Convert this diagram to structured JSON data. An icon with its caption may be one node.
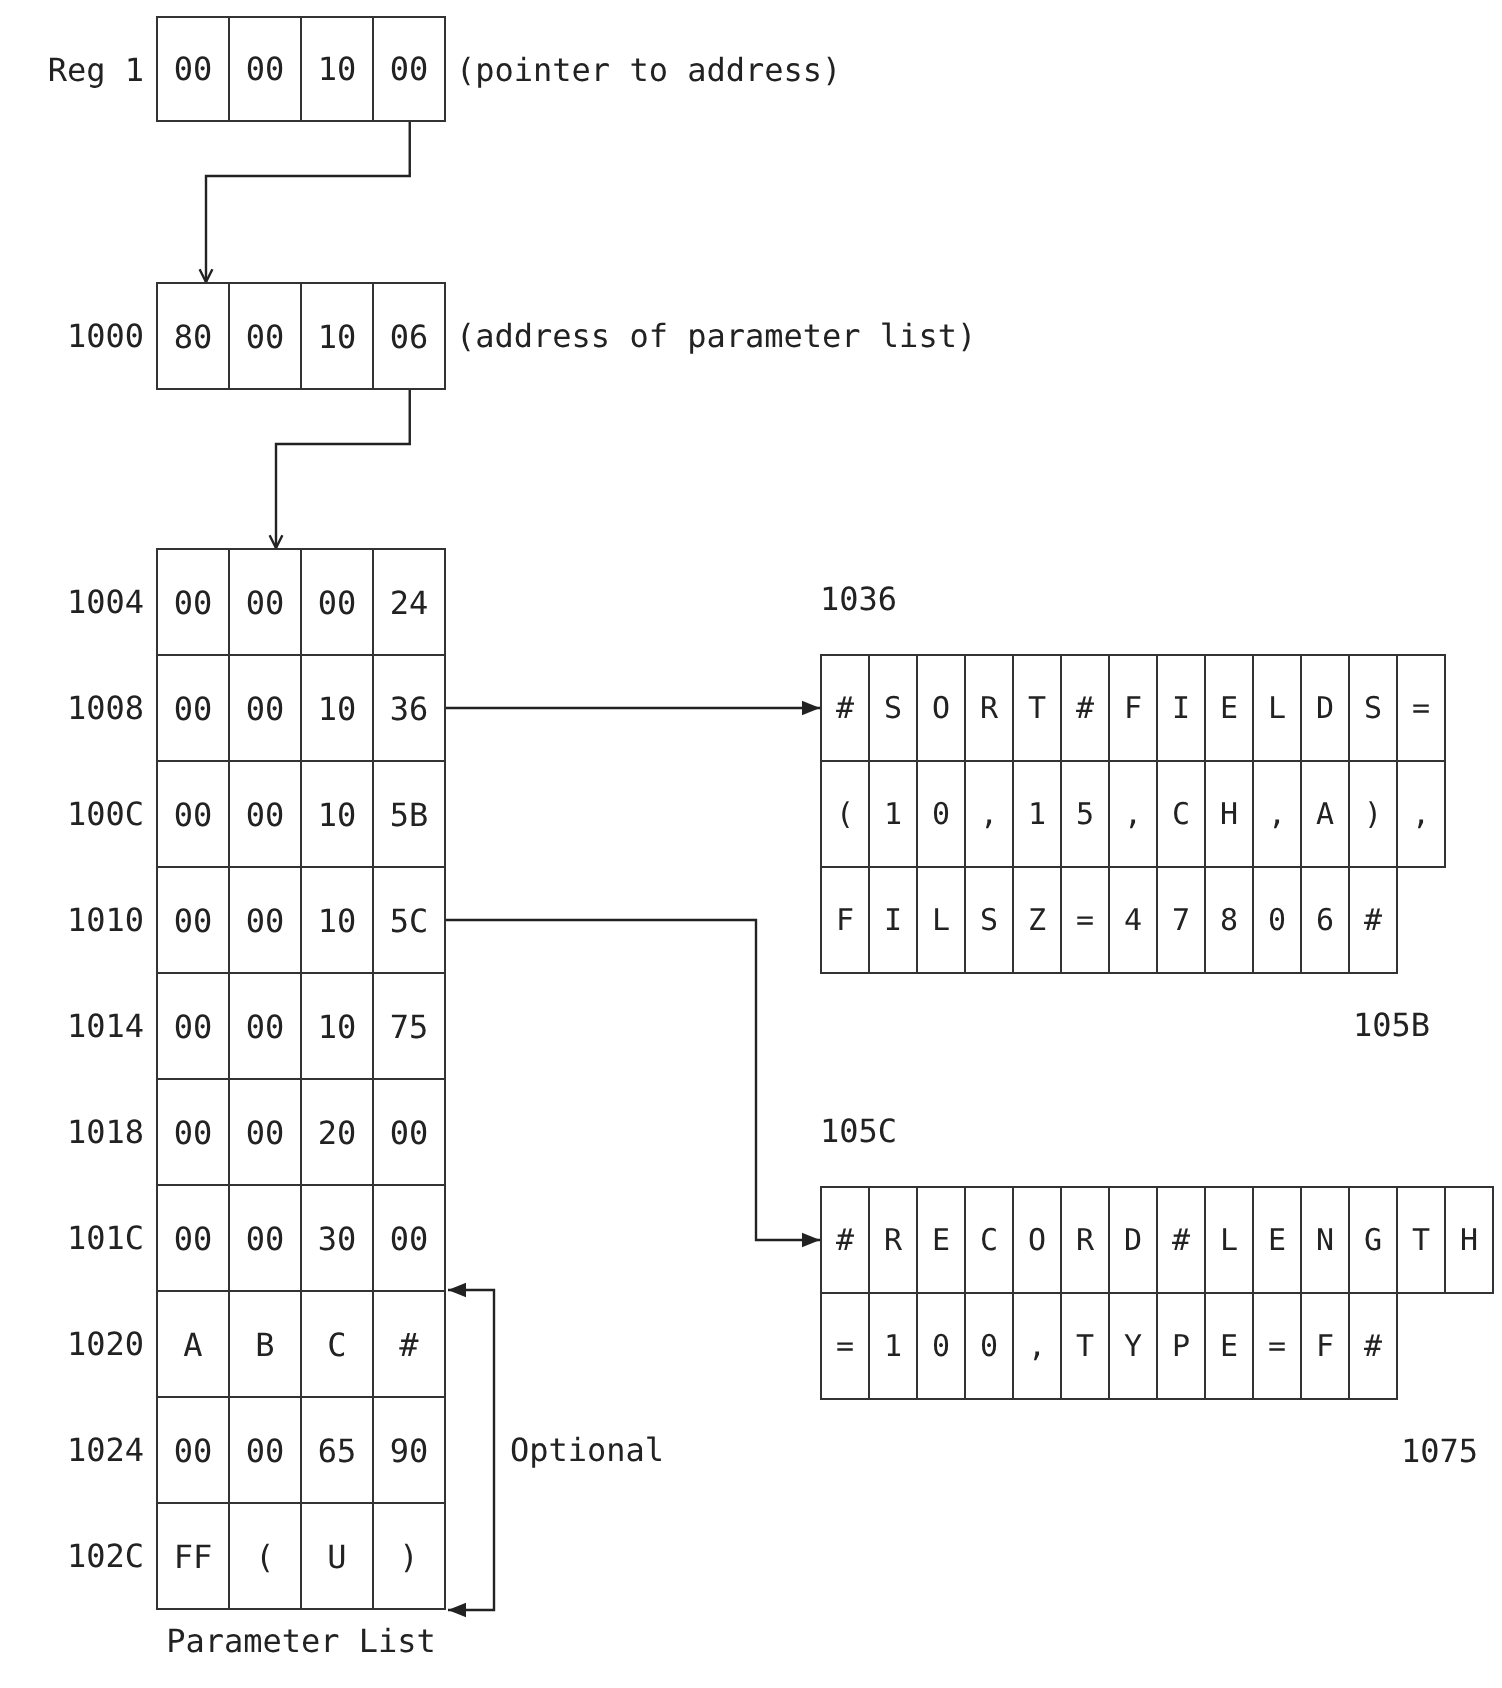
{
  "diagram": {
    "nodes": [
      {
        "text": [
          "00",
          "00",
          "10",
          "00"
        ],
        "beside": [
          "Reg 1",
          "(pointer to address)"
        ]
      },
      {
        "text": [
          "80",
          "00",
          "10",
          "06"
        ],
        "beside": [
          "1000",
          "(address of parameter list)"
        ]
      },
      {
        "text": [
          "Parameter List"
        ]
      },
      {
        "text": [
          "00",
          "00",
          "00",
          "24"
        ],
        "beside": [
          "1004"
        ],
        "in": 2
      },
      {
        "text": [
          "00",
          "00",
          "10",
          "36"
        ],
        "beside": [
          "1008"
        ],
        "in": 2
      },
      {
        "text": [
          "00",
          "00",
          "10",
          "5B"
        ],
        "beside": [
          "100C"
        ],
        "in": 2
      },
      {
        "text": [
          "00",
          "00",
          "10",
          "5C"
        ],
        "beside": [
          "1010"
        ],
        "in": 2
      },
      {
        "text": [
          "00",
          "00",
          "10",
          "75"
        ],
        "beside": [
          "1014"
        ],
        "in": 2
      },
      {
        "text": [
          "00",
          "00",
          "20",
          "00"
        ],
        "beside": [
          "1018"
        ],
        "in": 2
      },
      {
        "text": [
          "00",
          "00",
          "30",
          "00"
        ],
        "beside": [
          "101C"
        ],
        "in": 2
      },
      {
        "text": [
          "A",
          "B",
          "C",
          "#"
        ],
        "beside": [
          "1020"
        ],
        "in": 2
      },
      {
        "text": [
          "00",
          "00",
          "65",
          "90"
        ],
        "beside": [
          "1024"
        ],
        "in": 2
      },
      {
        "text": [
          "FF",
          "(",
          "U",
          ")"
        ],
        "beside": [
          "102C"
        ],
        "in": 2
      },
      {
        "text": [
          "1036",
          "105B"
        ]
      },
      {
        "text": [
          "#",
          "S",
          "O",
          "R",
          "T",
          "#",
          "F",
          "I",
          "E",
          "L",
          "D",
          "S",
          "="
        ],
        "in": 13
      },
      {
        "text": [
          "(",
          "1",
          "0",
          ",",
          "1",
          "5",
          ",",
          "C",
          "H",
          ",",
          "A",
          ")",
          ","
        ],
        "in": 13
      },
      {
        "text": [
          "F",
          "I",
          "L",
          "S",
          "Z",
          "=",
          "4",
          "7",
          "8",
          "0",
          "6",
          "#"
        ],
        "in": 13
      },
      {
        "text": [
          "105C",
          "1075"
        ]
      },
      {
        "text": [
          "#",
          "R",
          "E",
          "C",
          "O",
          "R",
          "D",
          "#",
          "L",
          "E",
          "N",
          "G",
          "T",
          "H"
        ],
        "in": 17
      },
      {
        "text": [
          "=",
          "1",
          "0",
          "0",
          ",",
          "T",
          "Y",
          "P",
          "E",
          "=",
          "F",
          "#"
        ],
        "in": 17
      }
    ],
    "edges": [
      {
        "from": 0,
        "to": 1,
        "arrow": "to"
      },
      {
        "from": 1,
        "to": 3,
        "arrow": "to"
      },
      {
        "from": 4,
        "to": 14,
        "arrow": "to"
      },
      {
        "from": 6,
        "to": 18,
        "arrow": "to"
      },
      {
        "from": 10,
        "to": 12,
        "arrow": "both",
        "label": "Optional"
      }
    ]
  }
}
